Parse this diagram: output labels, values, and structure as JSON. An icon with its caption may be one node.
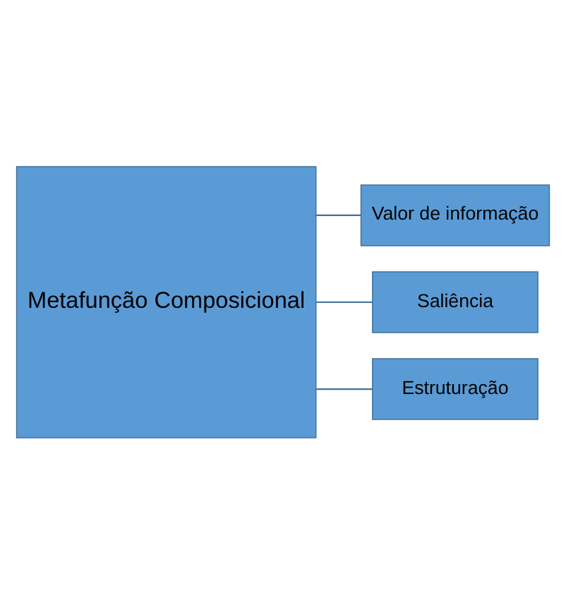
{
  "diagram": {
    "nodes": [
      {
        "text": [
          "Metafunção Composicional"
        ]
      },
      {
        "text": [
          "Valor de informação"
        ]
      },
      {
        "text": [
          "Saliência"
        ]
      },
      {
        "text": [
          "Estruturação"
        ]
      }
    ],
    "edges": [
      {
        "from": 0,
        "to": 1,
        "arrow": "none"
      },
      {
        "from": 0,
        "to": 2,
        "arrow": "none"
      },
      {
        "from": 0,
        "to": 3,
        "arrow": "none"
      }
    ]
  }
}
